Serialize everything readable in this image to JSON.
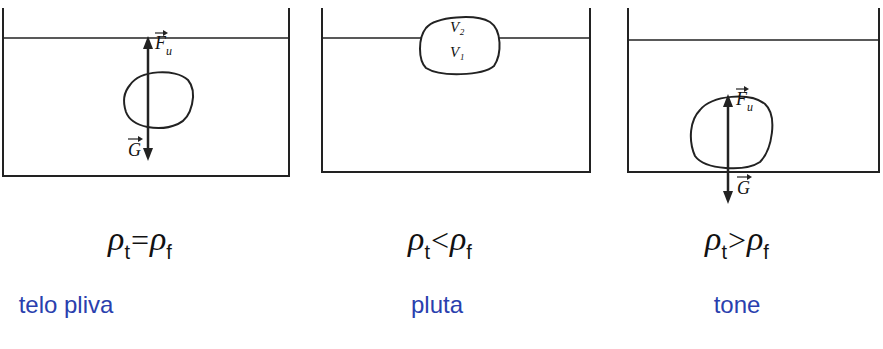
{
  "diagram": {
    "nodes": [
      {
        "text": [
          "V₂",
          "V₁"
        ]
      }
    ],
    "labels": [
      "F",
      "u",
      "G",
      "F",
      "u",
      "G",
      "ρ",
      "t",
      "=",
      "ρ",
      "f",
      "ρ",
      "t",
      "<",
      "ρ",
      "f",
      "ρ",
      "t",
      ">",
      "ρ",
      "f",
      "telo pliva",
      "pluta",
      "tone"
    ]
  }
}
